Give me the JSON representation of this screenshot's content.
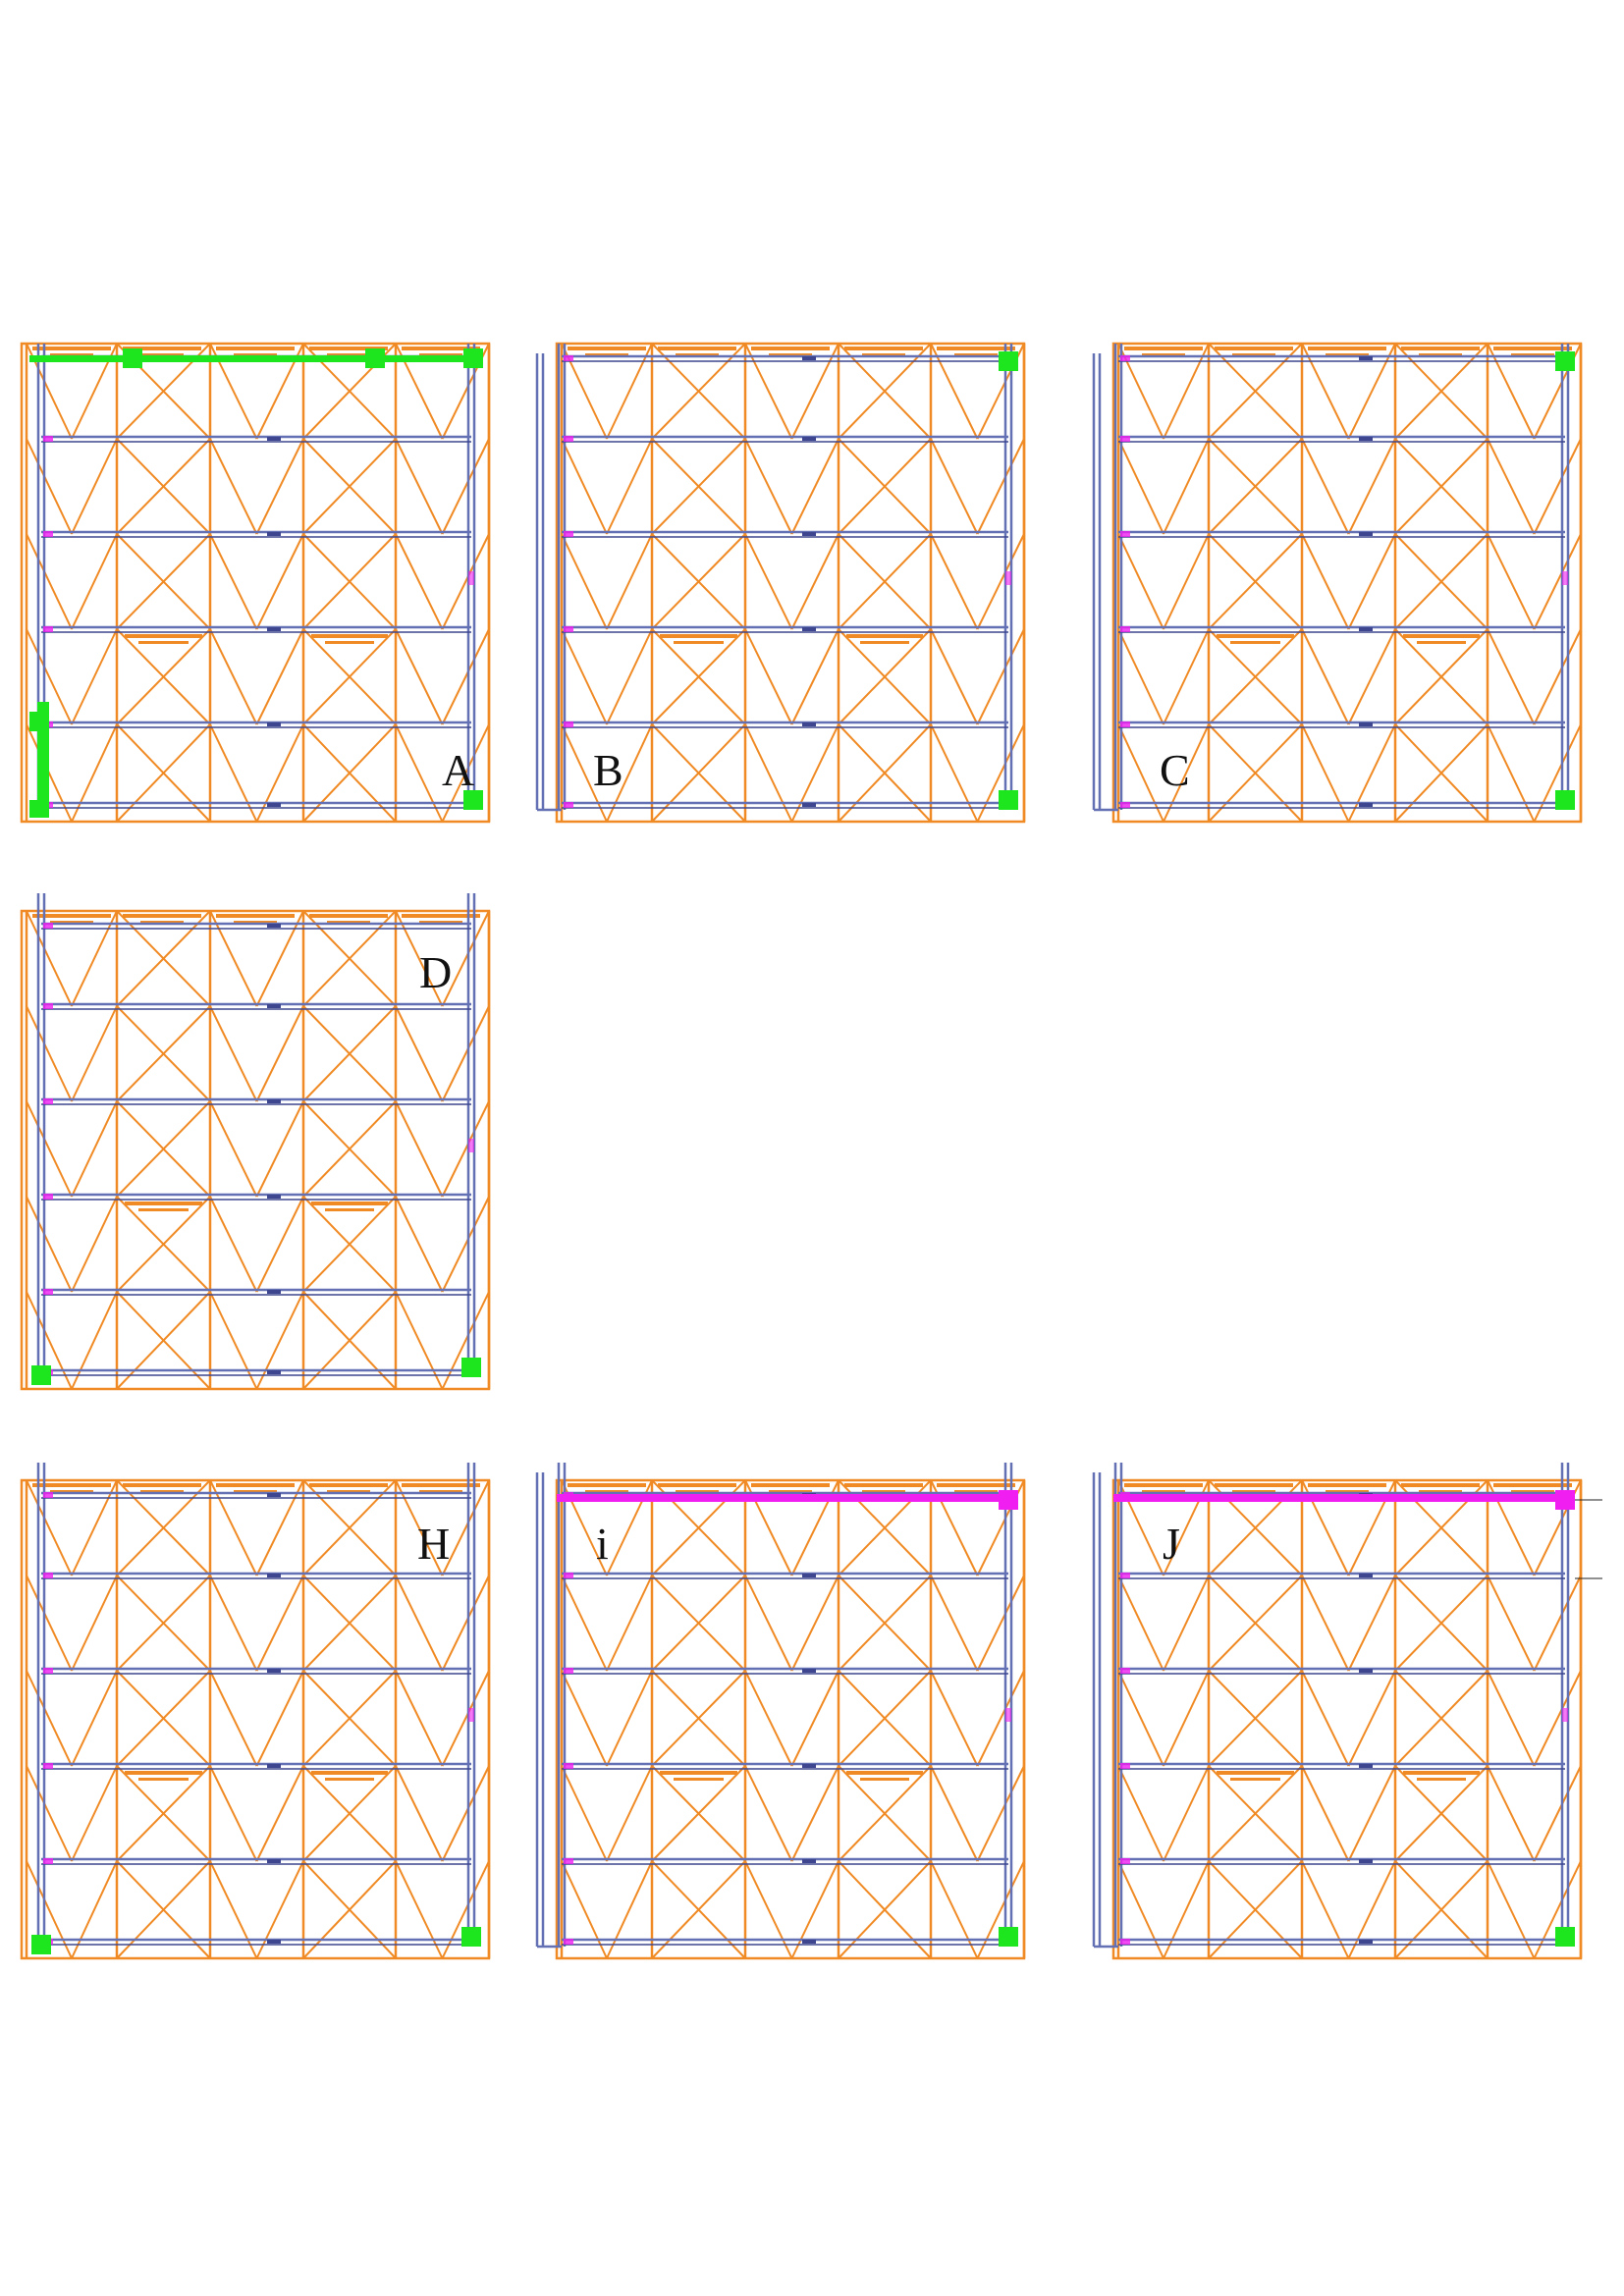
{
  "colors": {
    "brace": "#f08a24",
    "frame": "#6470b4",
    "frame_dark": "#3d468e",
    "node_green": "#1ee61e",
    "node_magenta": "#f01ef0",
    "annotation": "#f08a24",
    "label": "#111111"
  },
  "panels": [
    {
      "id": "A",
      "label": "A",
      "variant": "a"
    },
    {
      "id": "B",
      "label": "B",
      "variant": "b"
    },
    {
      "id": "C",
      "label": "C",
      "variant": "c"
    },
    {
      "id": "D",
      "label": "D",
      "variant": "d"
    },
    {
      "id": "H",
      "label": "H",
      "variant": "h"
    },
    {
      "id": "i",
      "label": "i",
      "variant": "i"
    },
    {
      "id": "J",
      "label": "J",
      "variant": "j"
    }
  ]
}
